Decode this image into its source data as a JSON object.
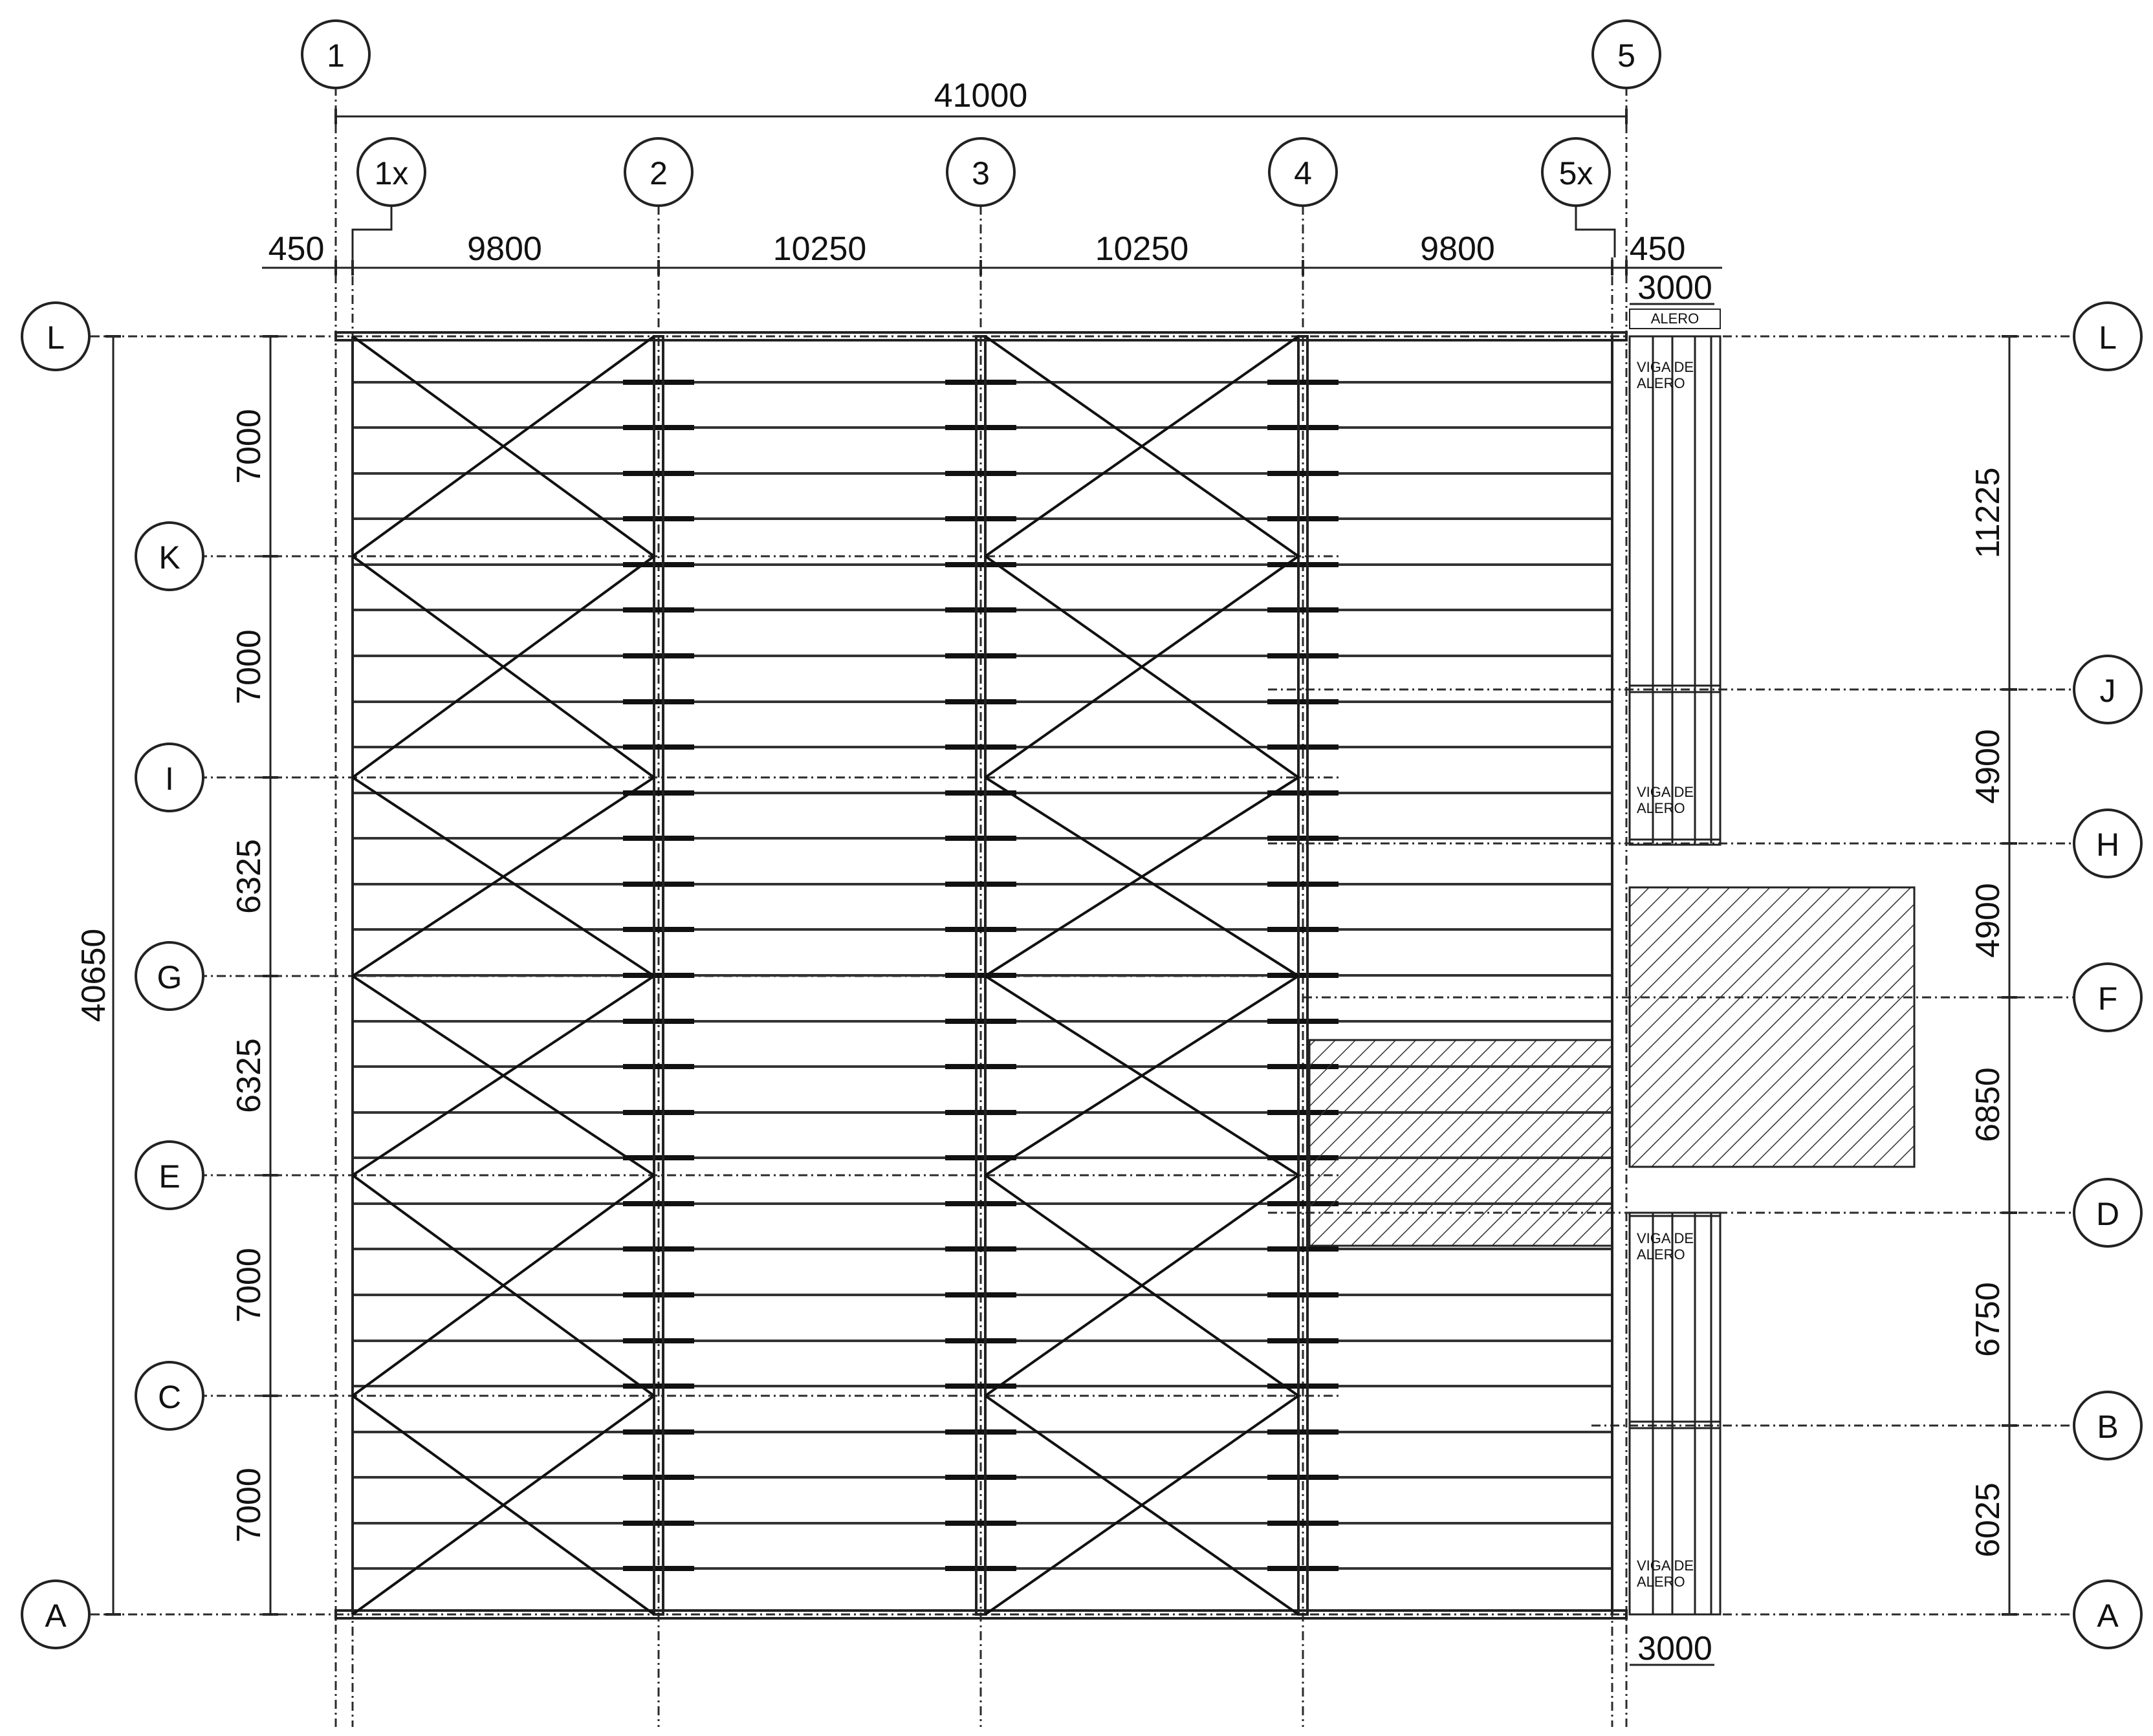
{
  "colors": {
    "ink": "#1a1a1a",
    "grid": "#2b2b2b",
    "hatch": "#333333",
    "background": "#ffffff"
  },
  "column_axes": {
    "main": [
      {
        "id": "col-1",
        "label": "1"
      },
      {
        "id": "col-5",
        "label": "5"
      }
    ],
    "secondary": [
      {
        "id": "col-1x",
        "label": "1x"
      },
      {
        "id": "col-2",
        "label": "2"
      },
      {
        "id": "col-3",
        "label": "3"
      },
      {
        "id": "col-4",
        "label": "4"
      },
      {
        "id": "col-5x",
        "label": "5x"
      }
    ]
  },
  "row_axes": {
    "left": [
      "L",
      "K",
      "I",
      "G",
      "E",
      "C",
      "A"
    ],
    "right": [
      "L",
      "J",
      "H",
      "F",
      "D",
      "B",
      "A"
    ]
  },
  "dimensions": {
    "overall_width": "41000",
    "column_spans": [
      "450",
      "9800",
      "10250",
      "10250",
      "9800",
      "450"
    ],
    "overall_height": "40650",
    "left_spans": [
      "7000",
      "7000",
      "6325",
      "6325",
      "7000",
      "7000"
    ],
    "right_spans": [
      "11225",
      "4900",
      "4900",
      "6850",
      "6750",
      "6025"
    ],
    "eave_width_top": "3000",
    "eave_width_bottom": "3000"
  },
  "annotations": {
    "eave": "ALERO",
    "eave_beam_line1": "VIGA DE",
    "eave_beam_line2": "ALERO"
  }
}
